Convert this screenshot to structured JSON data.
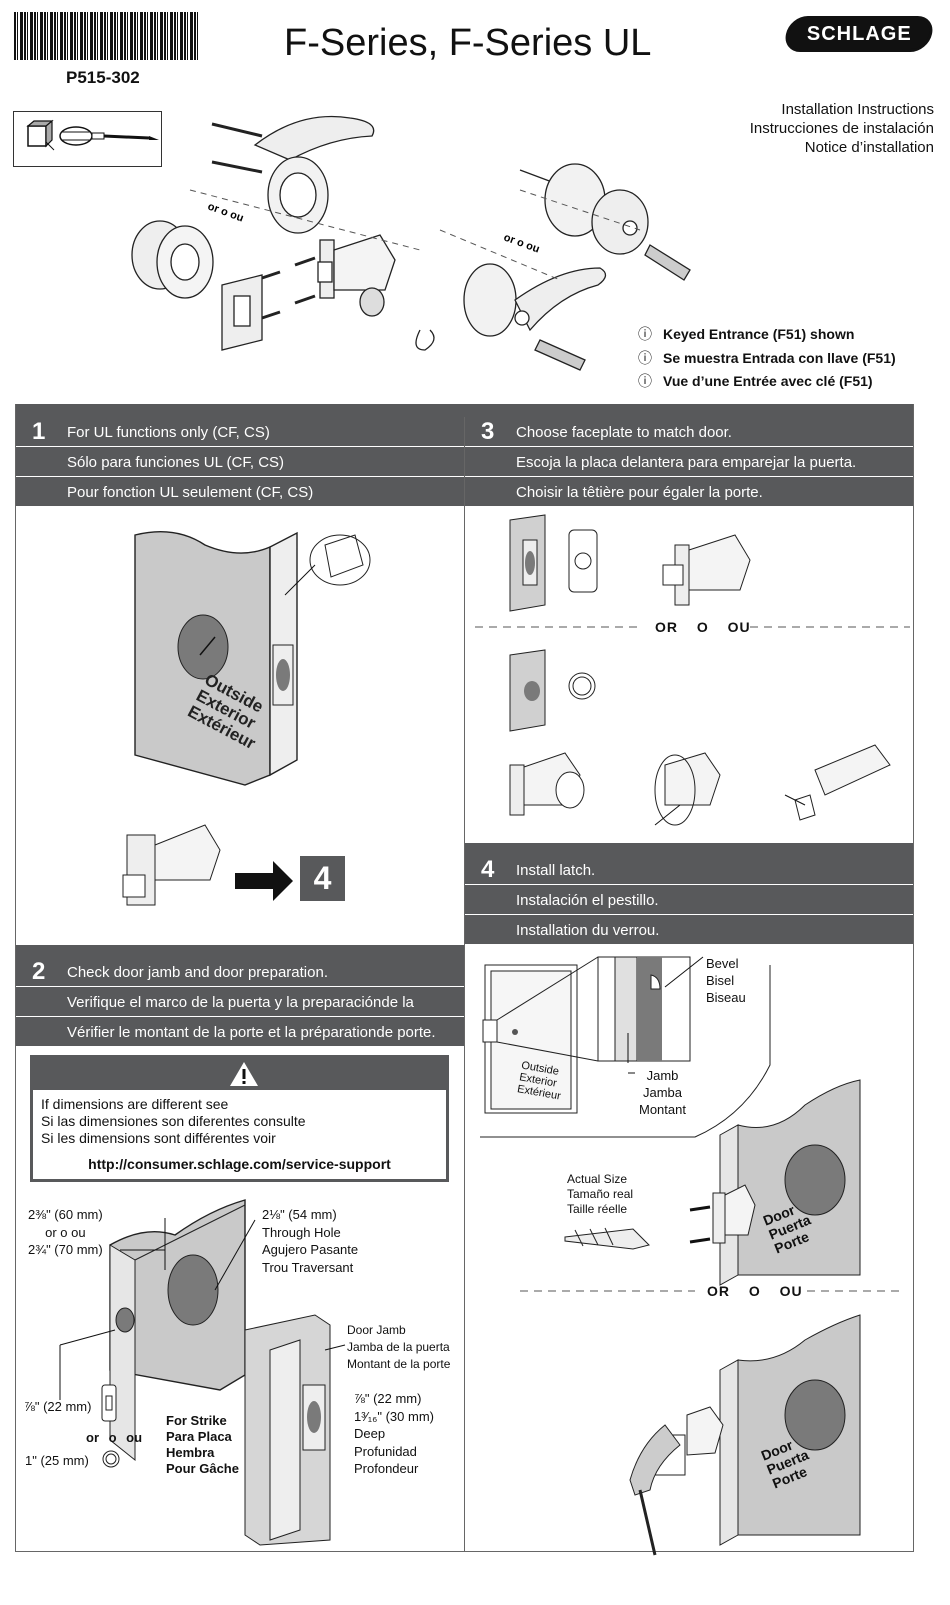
{
  "header": {
    "part_number": "P515-302",
    "title": "F-Series, F-Series UL",
    "brand": "SCHLAGE"
  },
  "instructions": [
    "Installation Instructions",
    "Instrucciones de instalación",
    "Notice d’installation"
  ],
  "exploded": {
    "or_label": "or o ou",
    "shown": [
      "Keyed Entrance (F51) shown",
      "Se muestra Entrada con llave (F51)",
      "Vue d’une Entrée avec clé (F51)"
    ]
  },
  "step1": {
    "number": "1",
    "lines": [
      "For UL functions only (CF, CS)",
      "Sólo para funciones UL (CF, CS)",
      "Pour fonction UL seulement (CF, CS)"
    ],
    "door_label": [
      "Outside",
      "Exterior",
      "Extérieur"
    ],
    "goto": "4"
  },
  "step2": {
    "number": "2",
    "lines": [
      "Check door jamb and door preparation.",
      "Verifique el marco de la puerta y la preparaciónde la misma.",
      "Vérifier le montant de la porte et la préparationde porte."
    ],
    "warning": {
      "lines": [
        "If dimensions are different see",
        "Si las dimensiones son diferentes consulte",
        "Si les dimensions sont différentes voir"
      ],
      "url": "http://consumer.schlage.com/service-support"
    },
    "backset": [
      "2⅜\" (60 mm)",
      "or o ou",
      "2¾\" (70 mm)"
    ],
    "through_hole": [
      "2⅛\" (54 mm)",
      "Through Hole",
      "Agujero Pasante",
      "Trou Traversant"
    ],
    "door_jamb": [
      "Door Jamb",
      "Jamba de la puerta",
      "Montant de la porte"
    ],
    "edge_7_8": "⅞\" (22 mm)",
    "or_label": "or o ou",
    "edge_1": "1\" (25 mm)",
    "strike": [
      "For Strike",
      "Para Placa",
      "Hembra",
      "Pour Gâche"
    ],
    "depth": [
      "⅞\" (22 mm)",
      "1³⁄₁₆\" (30 mm)",
      "Deep",
      "Profunidad",
      "Profondeur"
    ]
  },
  "step3": {
    "number": "3",
    "lines": [
      "Choose faceplate to match door.",
      "Escoja la placa delantera para emparejar la puerta.",
      "Choisir la têtière pour égaler la porte."
    ],
    "or_label": "OR O OU"
  },
  "step4": {
    "number": "4",
    "lines": [
      "Install latch.",
      "Instalación el pestillo.",
      "Installation du verrou."
    ],
    "bevel": [
      "Bevel",
      "Bisel",
      "Biseau"
    ],
    "jamb": [
      "Jamb",
      "Jamba",
      "Montant"
    ],
    "door_label": [
      "Outside",
      "Exterior",
      "Extérieur"
    ],
    "actual_size": [
      "Actual Size",
      "Tamaño real",
      "Taille réelle"
    ],
    "door_word": [
      "Door",
      "Puerta",
      "Porte"
    ],
    "or_label": "OR O OU"
  },
  "colors": {
    "bar": "#58595b",
    "door": "#d9d9d9",
    "door_face": "#bdbdbd",
    "hole": "#7a7a7a"
  }
}
